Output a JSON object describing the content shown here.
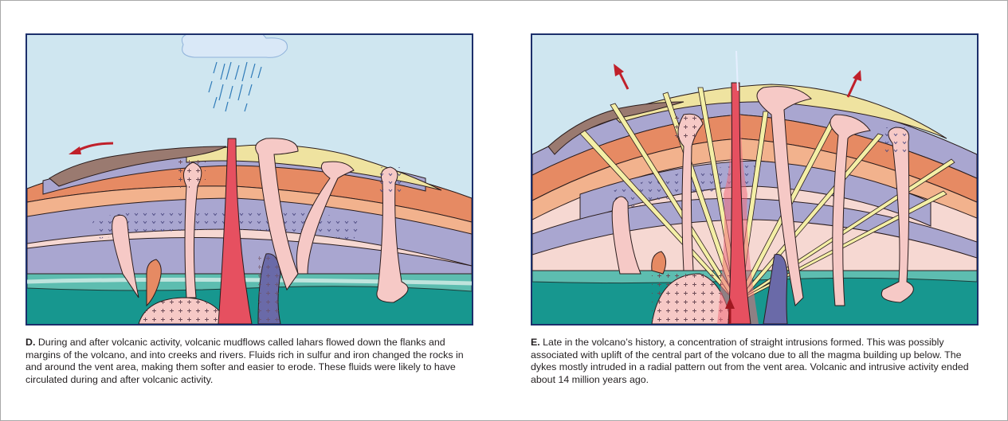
{
  "colors": {
    "sky": "#cfe6f0",
    "frame": "#1c2f6b",
    "arrow": "#c0202a",
    "teal": "#17978f",
    "teal_light": "#5dbdb0",
    "lavender": "#a9a6d0",
    "salmon": "#e68a63",
    "peach": "#f2b28d",
    "pink_light": "#f6d8d2",
    "yellow": "#efe3a0",
    "brown": "#9a7a70",
    "vent_red": "#e65060",
    "intrusion_pink": "#f6c9c6",
    "dyke_yellow": "#f4efa6"
  },
  "panels": [
    {
      "id": "D",
      "icons": [
        "rain-cloud-icon",
        "lahar-arrow-icon"
      ],
      "caption_letter": "D.",
      "caption_text": " During and after volcanic activity, volcanic mudflows called lahars flowed down the flanks and margins of the volcano, and into creeks and rivers. Fluids rich in sulfur and iron changed the rocks in and around the vent area, making them softer and easier to erode. These fluids were likely to have circulated during and after volcanic activity."
    },
    {
      "id": "E",
      "icons": [
        "uplift-arrow-icon",
        "magma-up-arrow-icon"
      ],
      "caption_letter": "E.",
      "caption_text": " Late in the volcano’s history, a concentration of straight intrusions formed. This was possibly associated with uplift of the central part of the volcano due to all the magma building up below. The dykes mostly intruded in a radial pattern out from the vent area. Volcanic and intrusive activity ended about 14 million years ago."
    }
  ]
}
